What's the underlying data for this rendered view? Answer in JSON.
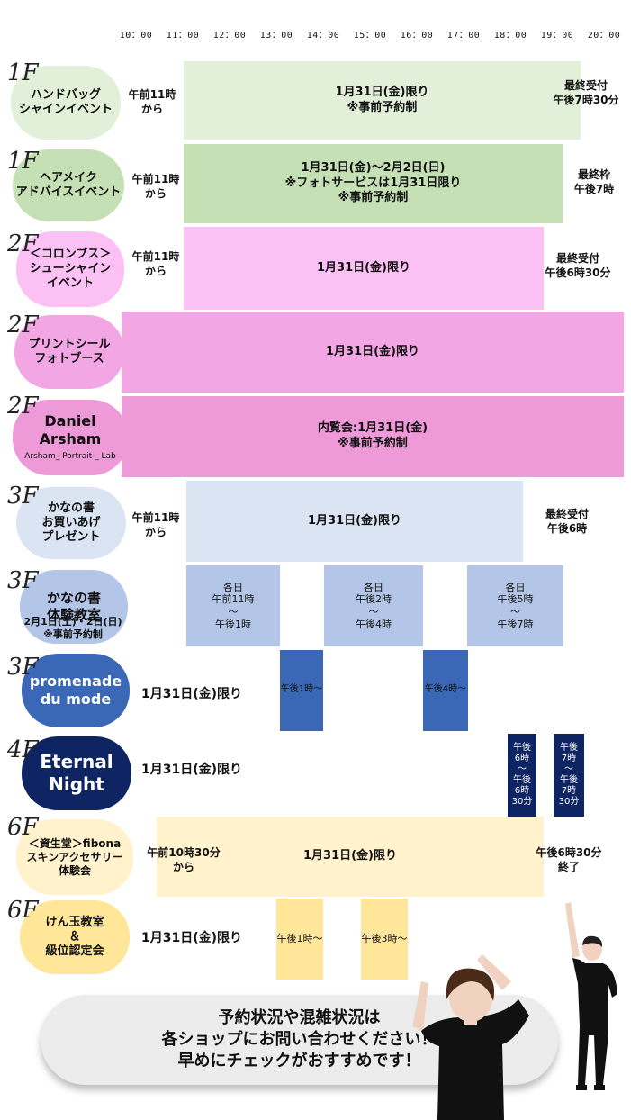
{
  "timeline": {
    "hours": [
      "10：00",
      "11：00",
      "12：00",
      "13：00",
      "14：00",
      "15：00",
      "16：00",
      "17：00",
      "18：00",
      "19：00",
      "20：00"
    ]
  },
  "colors": {
    "light_green": "#e2efd9",
    "green": "#c5e0b4",
    "light_pink": "#fbc0f4",
    "pink": "#f2a6e4",
    "magenta": "#ee9ad8",
    "light_blue": "#dbe4f3",
    "blue": "#b3c6e7",
    "royal": "#3a67b6",
    "navy": "#0e2463",
    "cream": "#fff2cc",
    "yellow": "#ffe699"
  },
  "events": [
    {
      "floor": "1F",
      "title": "ハンドバッグ\nシャインイベント",
      "start": "午前11時\nから",
      "bar": "1月31日(金)限り\n※事前予約制",
      "end": "最終受付\n午後7時30分"
    },
    {
      "floor": "1F",
      "title": "ヘアメイク\nアドバイスイベント",
      "start": "午前11時\nから",
      "bar": "1月31日(金)〜2月2日(日)\n※フォトサービスは1月31日限り\n※事前予約制",
      "end": "最終枠\n午後7時"
    },
    {
      "floor": "2F",
      "title": "＜コロンブス＞\nシューシャイン\nイベント",
      "start": "午前11時\nから",
      "bar": "1月31日(金)限り",
      "end": "最終受付\n午後6時30分"
    },
    {
      "floor": "2F",
      "title": "プリントシール\nフォトブース",
      "bar": "1月31日(金)限り"
    },
    {
      "floor": "2F",
      "title": "Daniel Arsham",
      "subtitle": "Arsham_ Portrait _ Lab",
      "bar": "内覧会:1月31日(金)\n※事前予約制"
    },
    {
      "floor": "3F",
      "title": "かなの書\nお買いあげ\nプレゼント",
      "start": "午前11時\nから",
      "bar": "1月31日(金)限り",
      "end": "最終受付\n午後6時"
    },
    {
      "floor": "3F",
      "title": "かなの書\n体験教室",
      "subtitle": "2月1日(土)・2日(日)\n※事前予約制",
      "slots": [
        "各日\n午前11時\n〜\n午後1時",
        "各日\n午後2時\n〜\n午後4時",
        "各日\n午後5時\n〜\n午後7時"
      ]
    },
    {
      "floor": "3F",
      "title": "promenade\ndu mode",
      "note": "1月31日(金)限り",
      "slots": [
        "午後1時〜",
        "午後4時〜"
      ]
    },
    {
      "floor": "4F",
      "title": "Eternal\nNight",
      "note": "1月31日(金)限り",
      "slots": [
        "午後\n6時\n〜\n午後\n6時\n30分",
        "午後\n7時\n〜\n午後\n7時\n30分"
      ]
    },
    {
      "floor": "6F",
      "title": "＜資生堂＞fibona\nスキンアクセサリー\n体験会",
      "start": "午前10時30分\nから",
      "bar": "1月31日(金)限り",
      "end": "午後6時30分\n終了"
    },
    {
      "floor": "6F",
      "title": "けん玉教室\n＆\n級位認定会",
      "note": "1月31日(金)限り",
      "slots": [
        "午後1時〜",
        "午後3時〜"
      ]
    }
  ],
  "footer": {
    "text": "予約状況や混雑状況は\n各ショップにお問い合わせください！\n早めにチェックがおすすめです！"
  }
}
